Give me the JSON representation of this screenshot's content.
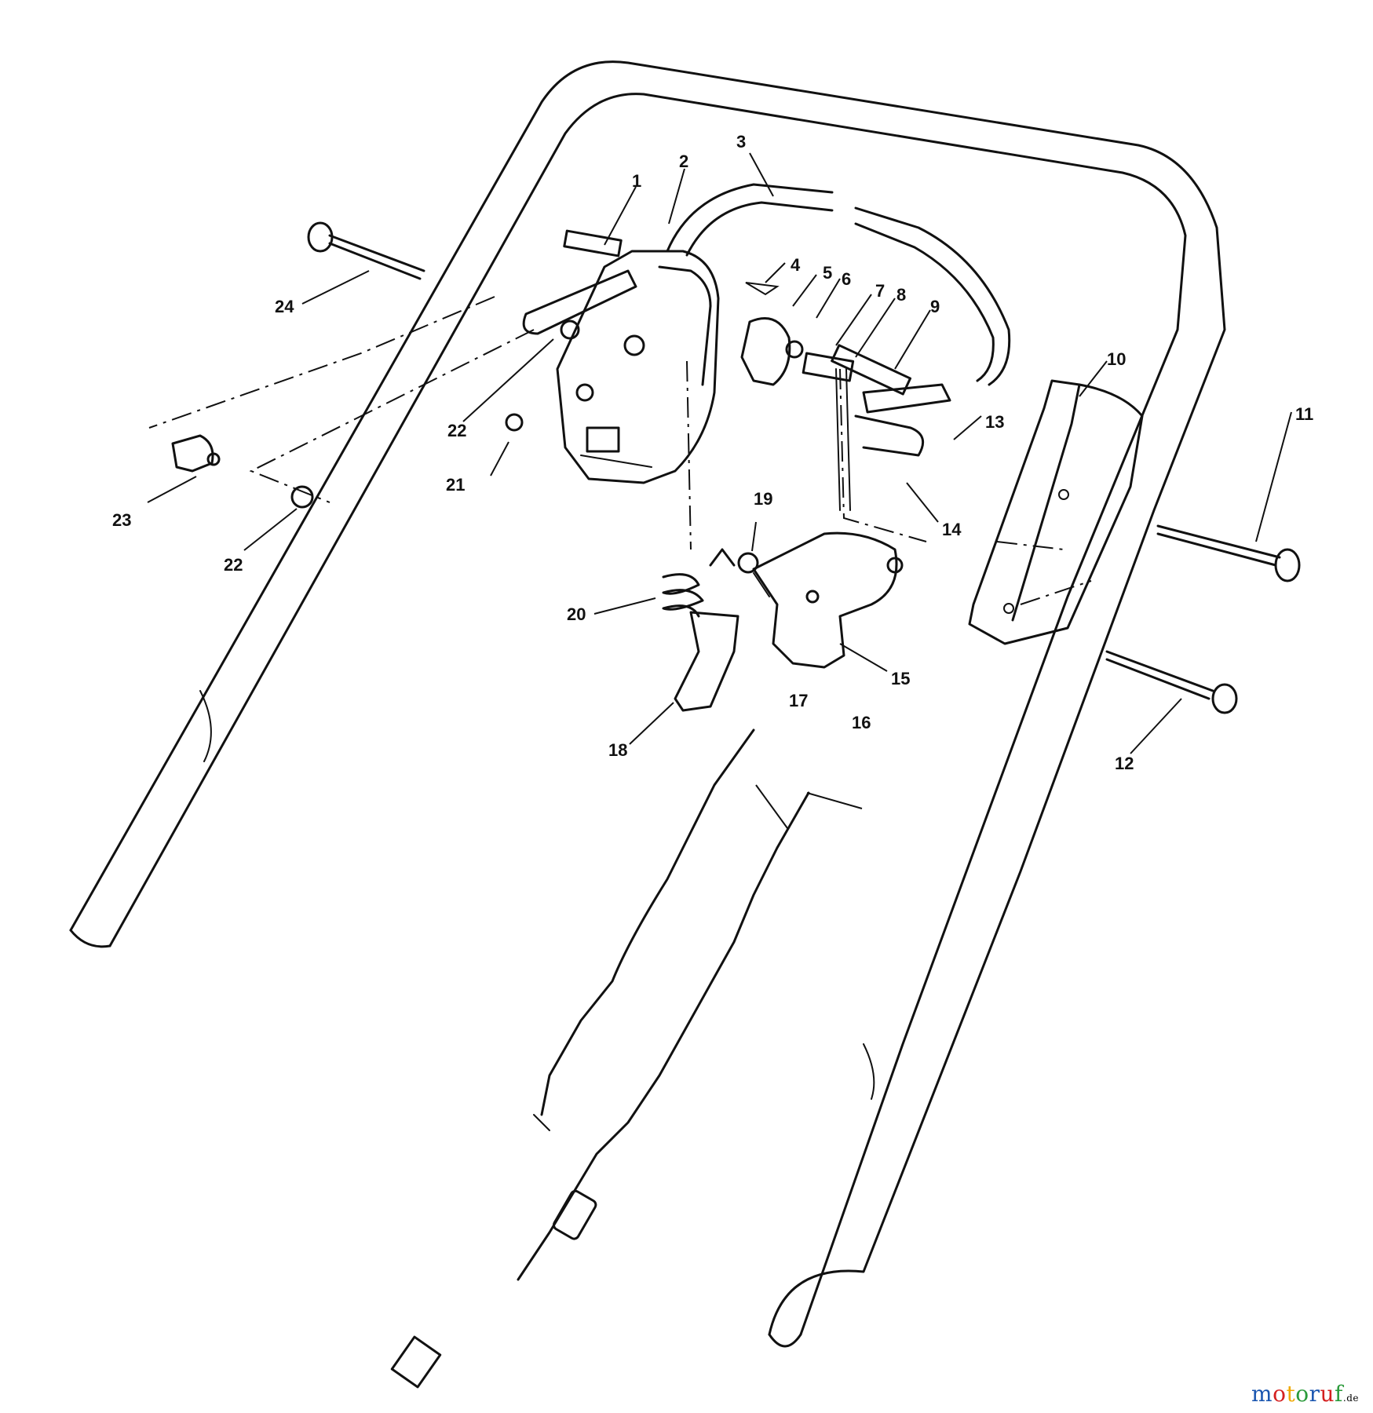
{
  "parts": [
    {
      "id": "p1",
      "text": "1"
    },
    {
      "id": "p2",
      "text": "2"
    },
    {
      "id": "p3",
      "text": "3"
    },
    {
      "id": "p4",
      "text": "4"
    },
    {
      "id": "p5",
      "text": "5"
    },
    {
      "id": "p6",
      "text": "6"
    },
    {
      "id": "p7",
      "text": "7"
    },
    {
      "id": "p8",
      "text": "8"
    },
    {
      "id": "p9",
      "text": "9"
    },
    {
      "id": "p10",
      "text": "10"
    },
    {
      "id": "p11",
      "text": "11"
    },
    {
      "id": "p12",
      "text": "12"
    },
    {
      "id": "p13",
      "text": "13"
    },
    {
      "id": "p14",
      "text": "14"
    },
    {
      "id": "p15",
      "text": "15"
    },
    {
      "id": "p16",
      "text": "16"
    },
    {
      "id": "p17",
      "text": "17"
    },
    {
      "id": "p18",
      "text": "18"
    },
    {
      "id": "p19",
      "text": "19"
    },
    {
      "id": "p20",
      "text": "20"
    },
    {
      "id": "p21",
      "text": "21"
    },
    {
      "id": "p22a",
      "text": "22"
    },
    {
      "id": "p22b",
      "text": "22"
    },
    {
      "id": "p23",
      "text": "23"
    },
    {
      "id": "p24",
      "text": "24"
    }
  ],
  "watermark": {
    "main": "motoruf",
    "suffix": ".de",
    "colors": [
      "#1a56b0",
      "#d42020",
      "#f0a800",
      "#2a9a3a",
      "#1a56b0",
      "#d42020",
      "#2a9a3a"
    ]
  }
}
